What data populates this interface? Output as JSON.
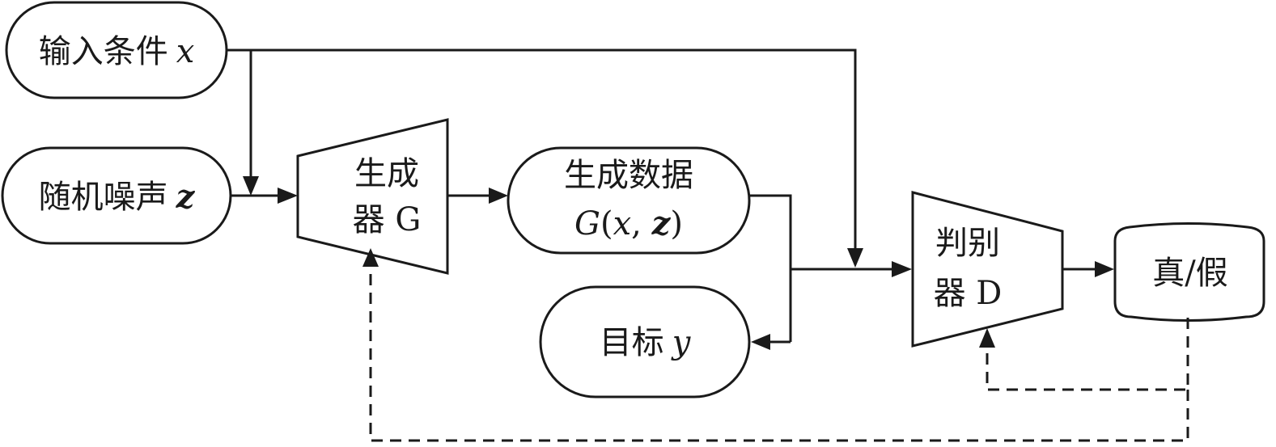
{
  "nodes": {
    "input_condition": {
      "text": "输入条件",
      "var": "x"
    },
    "random_noise": {
      "text": "随机噪声",
      "var": "z"
    },
    "generator": {
      "line1": "生成",
      "line2": "器 G"
    },
    "generated_data": {
      "line1": "生成数据",
      "fn": "G",
      "open": "(",
      "arg1": "x",
      "sep": ", ",
      "arg2": "z",
      "close": ")"
    },
    "target": {
      "text": "目标",
      "var": "y"
    },
    "discriminator": {
      "line1": "判别",
      "line2": "器 D"
    },
    "real_fake": {
      "text": "真/假"
    }
  },
  "colors": {
    "stroke": "#1a1a1a",
    "background": "#ffffff"
  }
}
